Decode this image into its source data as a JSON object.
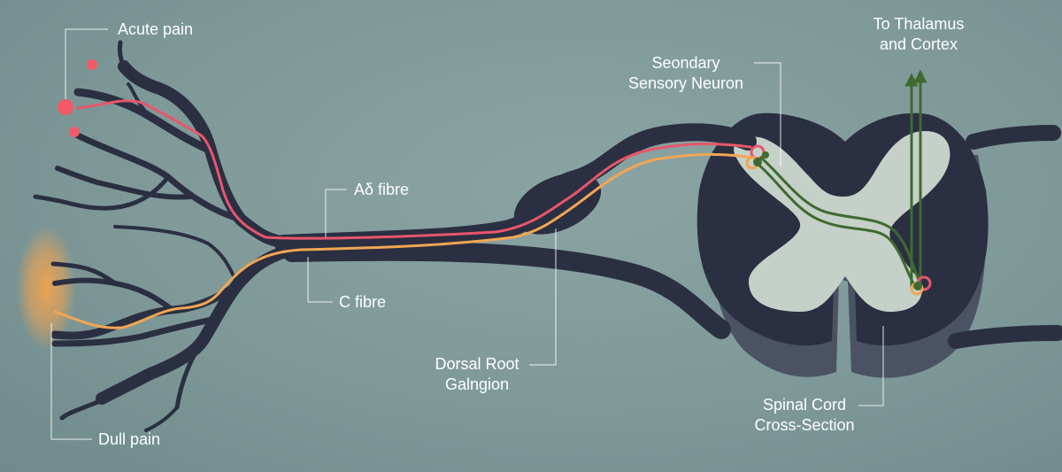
{
  "labels": {
    "acute_pain": "Acute pain",
    "dull_pain": "Dull pain",
    "a_delta_fibre": "Aδ fibre",
    "c_fibre": "C fibre",
    "dorsal_root_ganglion": [
      "Dorsal Root",
      "Galngion"
    ],
    "secondary_sensory_neuron": [
      "Seondary",
      "Sensory Neuron"
    ],
    "to_thalamus": [
      "To Thalamus",
      "and Cortex"
    ],
    "spinal_cord": [
      "Spinal Cord",
      "Cross-Section"
    ]
  },
  "colors": {
    "background": "#7f9999",
    "nerve": "#2b2f42",
    "a_delta_fibre": "#e8566a",
    "c_fibre": "#f2a653",
    "acute_pain_point": "#f25a6a",
    "dull_pain_glow": "#f0a450",
    "grey_matter": "#c5d0c8",
    "secondary_neuron": "#3e6a2f",
    "leader_line": "#ffffff"
  }
}
